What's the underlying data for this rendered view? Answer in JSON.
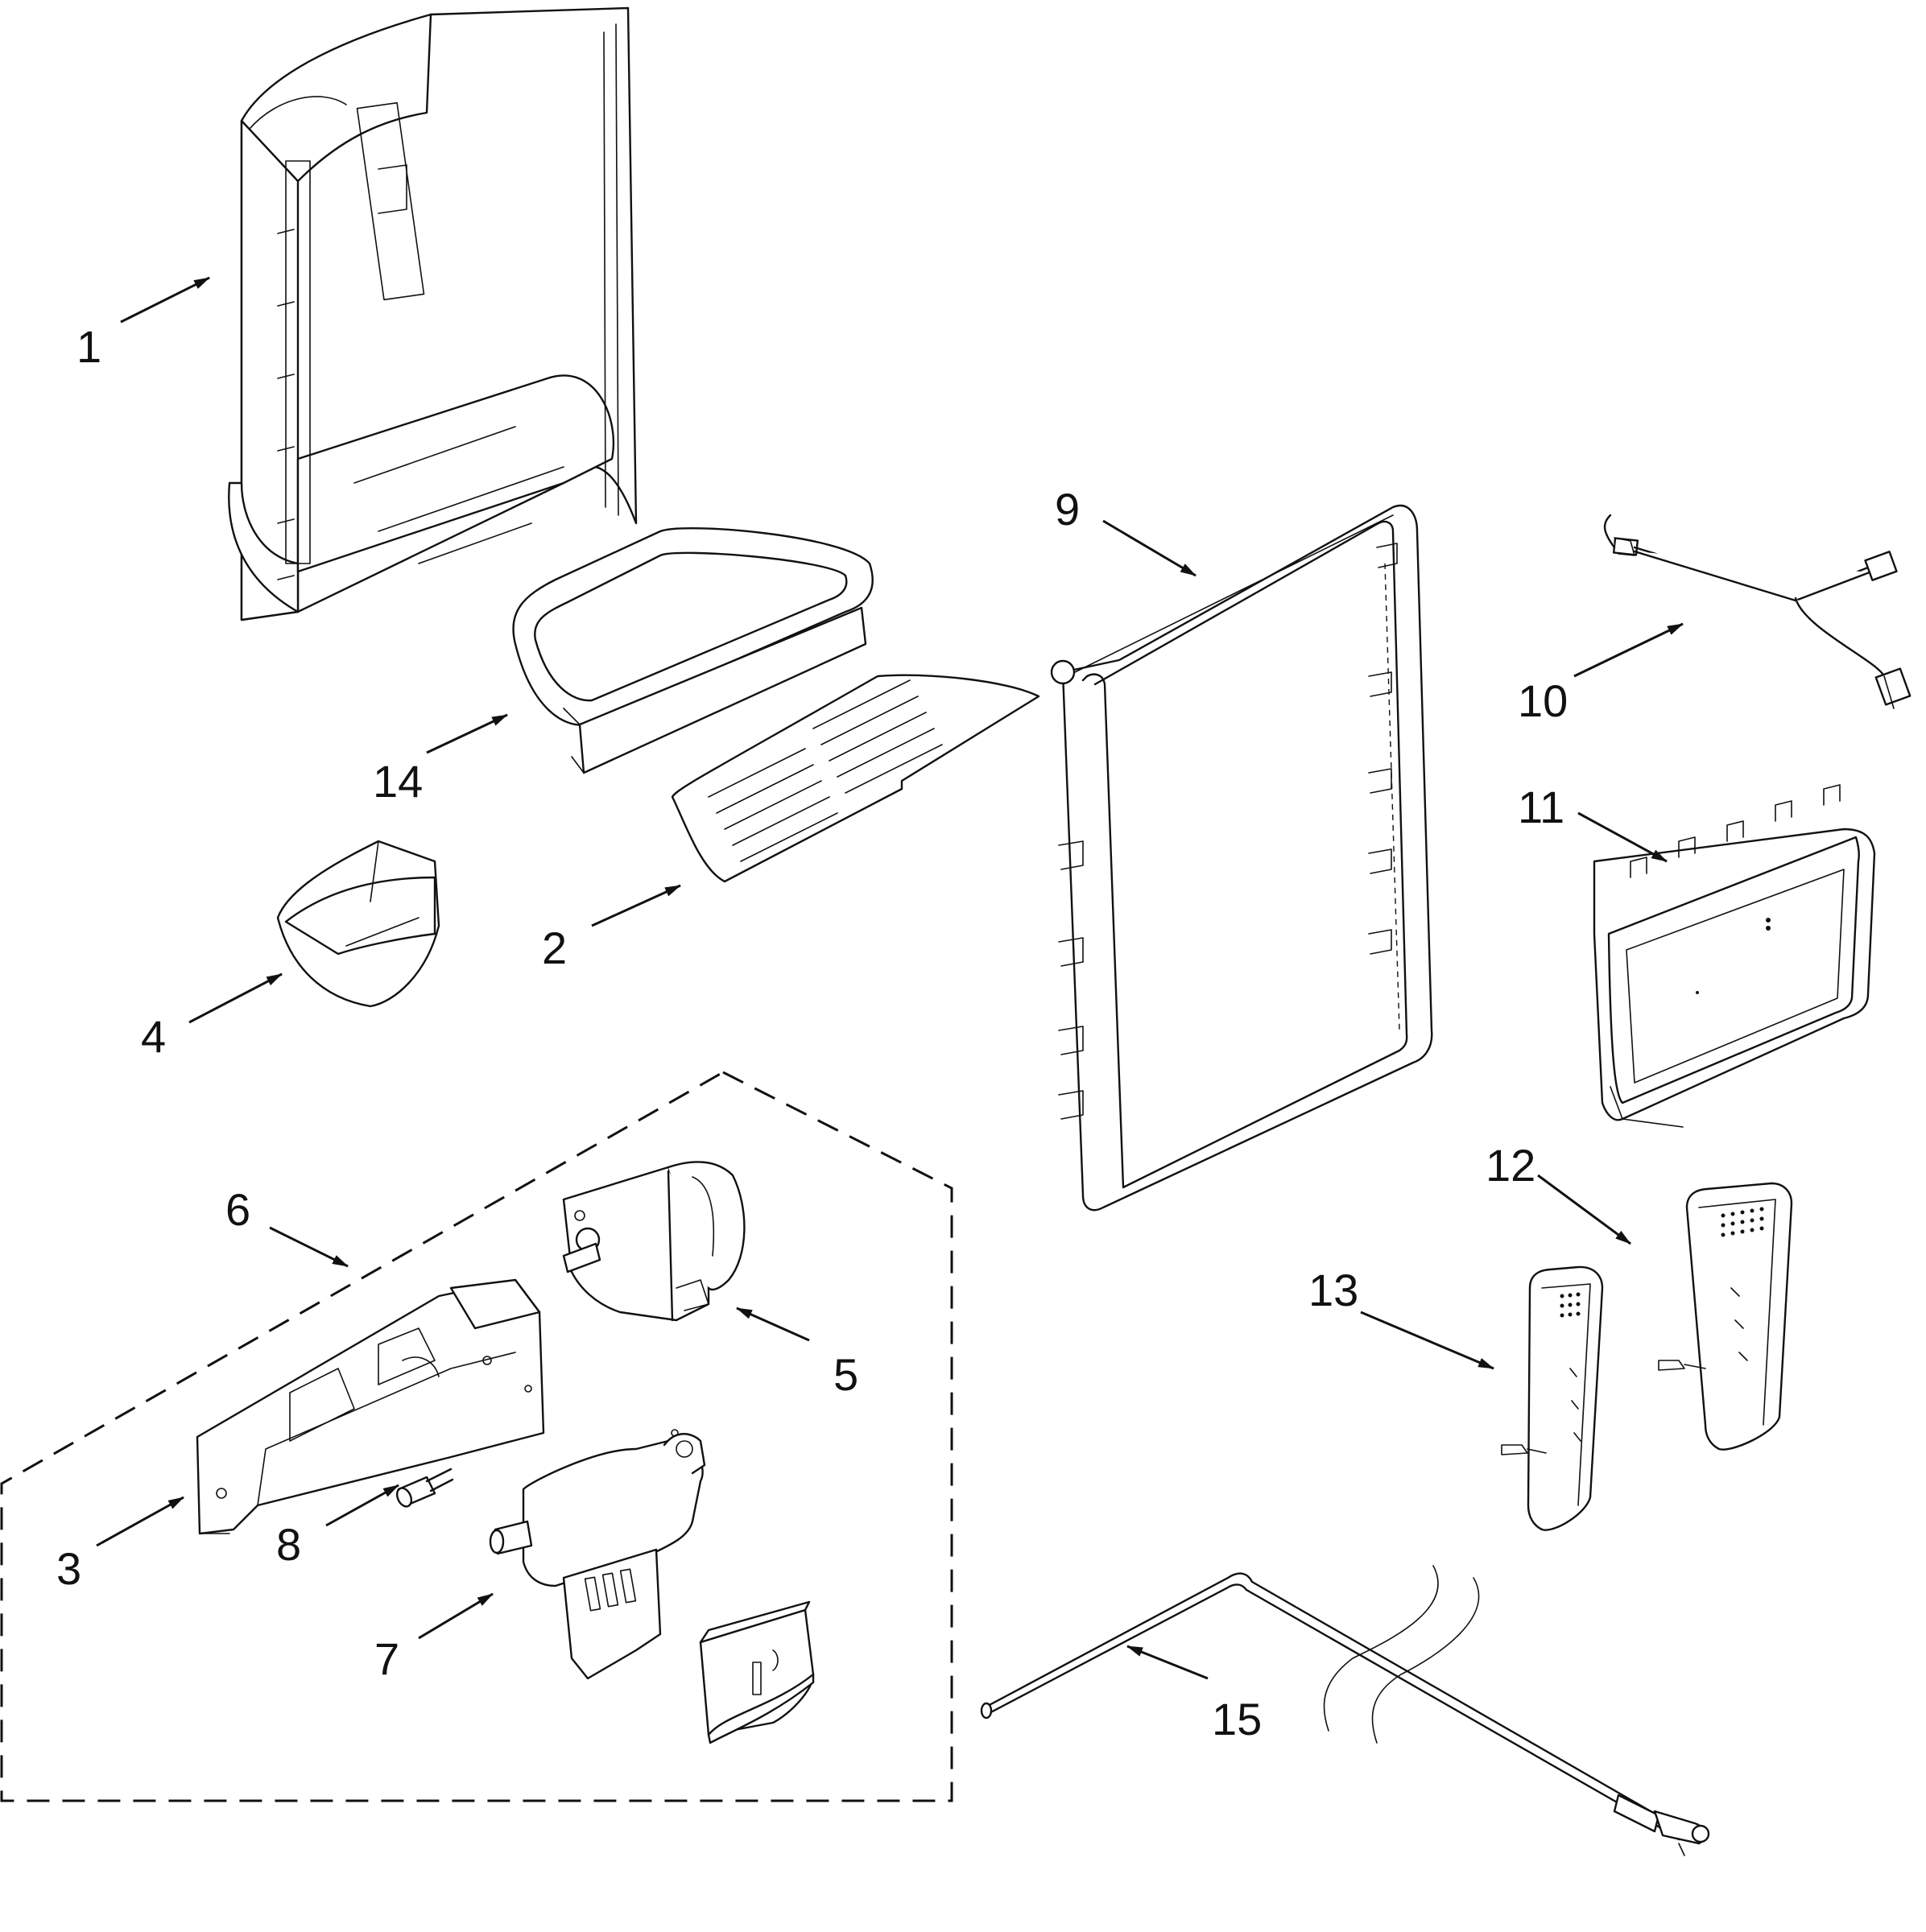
{
  "callouts": {
    "c1": "1",
    "c2": "2",
    "c3": "3",
    "c4": "4",
    "c5": "5",
    "c6": "6",
    "c7": "7",
    "c8": "8",
    "c9": "9",
    "c10": "10",
    "c11": "11",
    "c12": "12",
    "c13": "13",
    "c14": "14",
    "c15": "15"
  },
  "colors": {
    "line": "#111111",
    "background": "#ffffff"
  }
}
